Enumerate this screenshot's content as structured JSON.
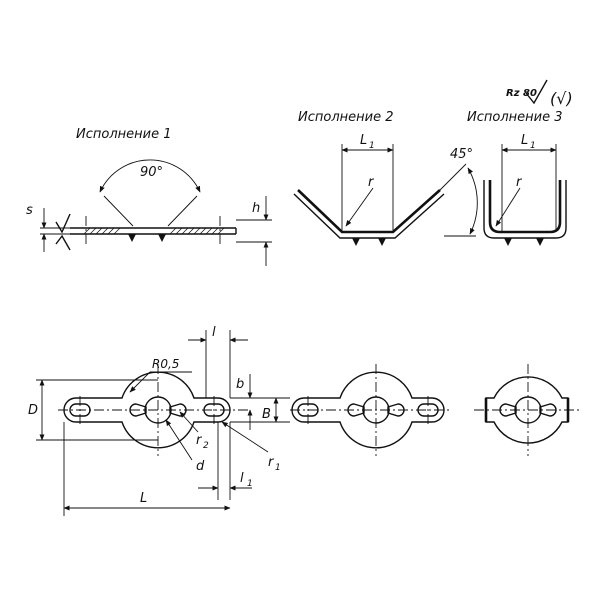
{
  "variants": {
    "v1": "Исполнение 1",
    "v2": "Исполнение 2",
    "v3": "Исполнение 3"
  },
  "surface_finish": {
    "rz": "Rz 80",
    "general": "(√)"
  },
  "dims": {
    "angle_90": "90°",
    "angle_45": "45°",
    "s": "s",
    "h": "h",
    "L1_v2": "L",
    "L1_v2_sub": "1",
    "L1_v3": "L",
    "L1_v3_sub": "1",
    "r_v2": "r",
    "r_v3": "r",
    "R05": "R0,5",
    "l": "l",
    "b": "b",
    "B": "B",
    "D": "D",
    "r2": "r",
    "r2_sub": "2",
    "d": "d",
    "r1": "r",
    "r1_sub": "1",
    "l1": "l",
    "l1_sub": "1",
    "L": "L"
  }
}
